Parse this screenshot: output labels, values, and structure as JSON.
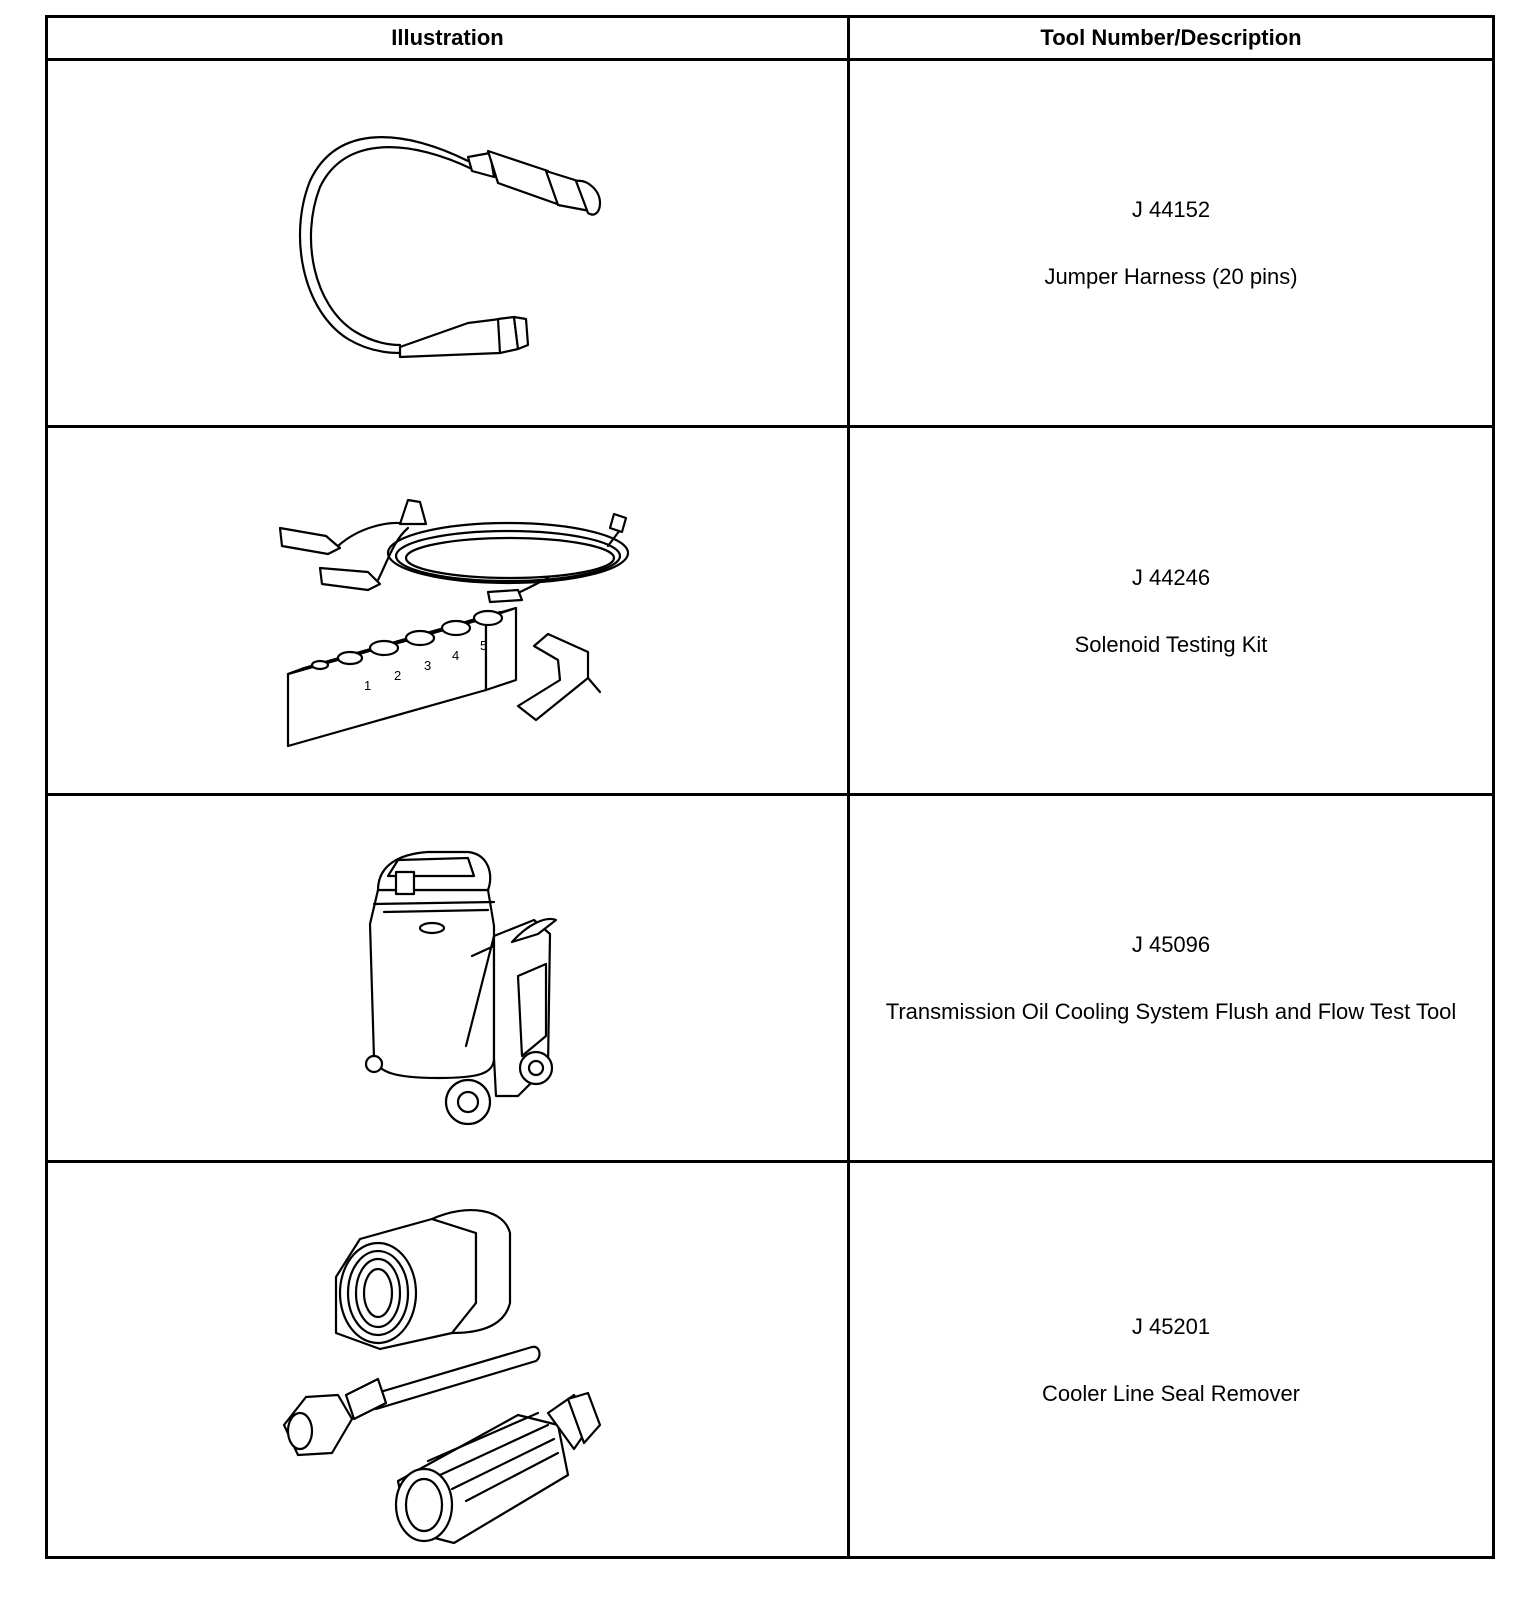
{
  "table": {
    "headers": {
      "illustration": "Illustration",
      "tool": "Tool Number/Description"
    },
    "rows": [
      {
        "tool_number": "J 44152",
        "description": "Jumper Harness (20 pins)",
        "illustration_icon": "jumper-harness-icon"
      },
      {
        "tool_number": "J 44246",
        "description": "Solenoid Testing Kit",
        "illustration_icon": "solenoid-testing-kit-icon"
      },
      {
        "tool_number": "J 45096",
        "description": "Transmission Oil Cooling System Flush and Flow Test Tool",
        "illustration_icon": "flush-flow-test-cart-icon"
      },
      {
        "tool_number": "J 45201",
        "description": "Cooler Line Seal Remover",
        "illustration_icon": "cooler-line-seal-remover-icon"
      }
    ]
  },
  "kit_block_numbers": [
    "1",
    "2",
    "3",
    "4",
    "5"
  ]
}
